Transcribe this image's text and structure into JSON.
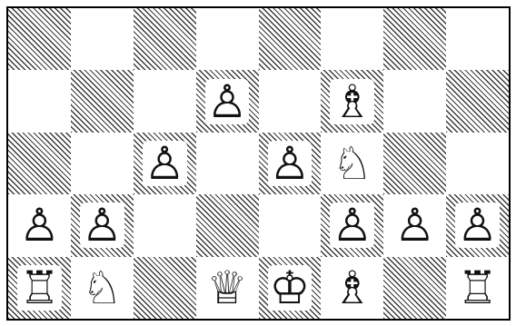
{
  "board": {
    "files": 8,
    "ranks_shown": 5,
    "colors": {
      "dark_hatch": "#3a3a3a",
      "light": "#ffffff",
      "border": "#000000"
    },
    "squares": [
      [
        null,
        null,
        null,
        null,
        null,
        null,
        null,
        null
      ],
      [
        null,
        null,
        null,
        "white-pawn",
        null,
        "white-bishop",
        null,
        null
      ],
      [
        null,
        null,
        "white-pawn",
        null,
        "white-pawn",
        "white-knight",
        null,
        null
      ],
      [
        "white-pawn",
        "white-pawn",
        null,
        null,
        null,
        "white-pawn",
        "white-pawn",
        "white-pawn"
      ],
      [
        "white-rook",
        "white-knight",
        null,
        "white-queen",
        "white-king",
        "white-bishop",
        null,
        "white-rook"
      ]
    ],
    "glyphs": {
      "white-pawn": "♙",
      "white-knight": "♘",
      "white-bishop": "♗",
      "white-rook": "♖",
      "white-queen": "♕",
      "white-king": "♔"
    }
  }
}
